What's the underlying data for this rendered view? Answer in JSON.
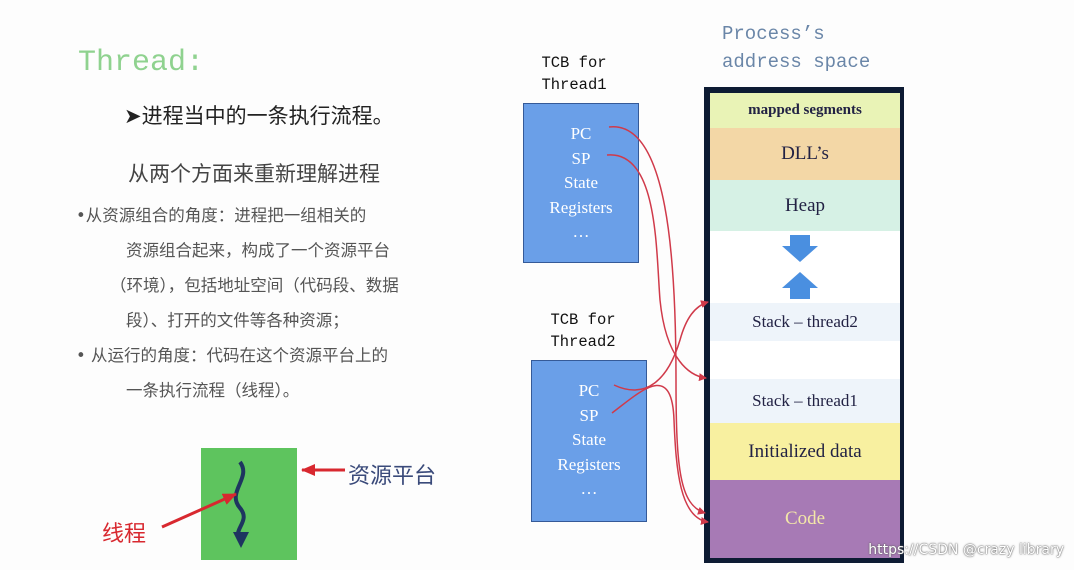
{
  "left": {
    "title": "Thread:",
    "point1": "➤进程当中的一条执行流程。",
    "subheading": "从两个方面来重新理解进程",
    "bullet1_lines": [
      "•从资源组合的角度：进程把一组相关的",
      "资源组合起来，构成了一个资源平台",
      "（环境），包括地址空间（代码段、数据",
      "段）、打开的文件等各种资源；"
    ],
    "bullet2_lines": [
      "• 从运行的角度：代码在这个资源平台上的",
      "一条执行流程（线程）。"
    ],
    "figure": {
      "platform_label": "资源平台",
      "thread_label": "线程"
    }
  },
  "tcb1": {
    "label": "TCB for\nThread1",
    "fields": [
      "PC",
      "SP",
      "State",
      "Registers",
      "…"
    ]
  },
  "tcb2": {
    "label": "TCB for\nThread2",
    "fields": [
      "PC",
      "SP",
      "State",
      "Registers",
      "…"
    ]
  },
  "address_space": {
    "label": "Process’s\naddress space",
    "segments": {
      "mapped": "mapped segments",
      "dll": "DLL’s",
      "heap": "Heap",
      "stack2": "Stack – thread2",
      "stack1": "Stack – thread1",
      "init": "Initialized data",
      "code": "Code"
    }
  },
  "watermark": "https://CSDN @crazy library",
  "colors": {
    "title_green": "#8fd28f",
    "tcb_blue": "#6a9fe8",
    "arrow_red": "#d03a4a",
    "heap_arrow_blue": "#4a8fe0"
  }
}
